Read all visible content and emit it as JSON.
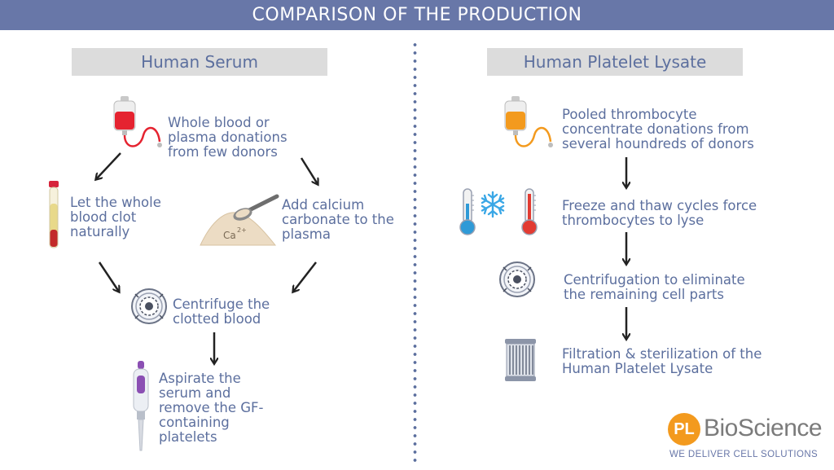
{
  "title": "COMPARISON OF THE PRODUCTION",
  "left": {
    "heading": "Human Serum",
    "steps": [
      "Whole blood or\nplasma donations\nfrom few donors",
      "Let the whole\nblood clot\nnaturally",
      "Add calcium\ncarbonate to the\nplasma",
      "Centrifuge the\nclotted blood",
      "Aspirate the\nserum and\nremove the GF-\ncontaining\nplatelets"
    ],
    "calcium_label": "Ca",
    "calcium_superscript": "2+"
  },
  "right": {
    "heading": "Human Platelet Lysate",
    "steps": [
      "Pooled thrombocyte\nconcentrate donations from\nseveral houndreds of donors",
      "Freeze and thaw cycles force\nthrombocytes to lyse",
      "Centrifugation to eliminate\nthe remaining cell parts",
      "Filtration & sterilization of the\nHuman Platelet Lysate"
    ]
  },
  "logo": {
    "initials": "PL",
    "name": "BioScience",
    "tagline": "WE DELIVER CELL SOLUTIONS"
  },
  "colors": {
    "title_bar": "#6877a8",
    "text": "#5c6f9e",
    "heading_bg": "#dcdcdc",
    "blood_bag": "#e52330",
    "platelet_bag": "#f39a1e",
    "logo_orange": "#f39a1e"
  },
  "icons": {
    "blood_bag": "blood-bag-icon",
    "platelet_bag": "platelet-bag-icon",
    "test_tube": "test-tube-icon",
    "calcium_spoon": "calcium-powder-spoon-icon",
    "centrifuge": "centrifuge-icon",
    "pipette": "pipette-icon",
    "cold_thermometer": "cold-thermometer-icon",
    "snowflake": "snowflake-icon",
    "hot_thermometer": "hot-thermometer-icon",
    "filter": "filter-cartridge-icon"
  }
}
